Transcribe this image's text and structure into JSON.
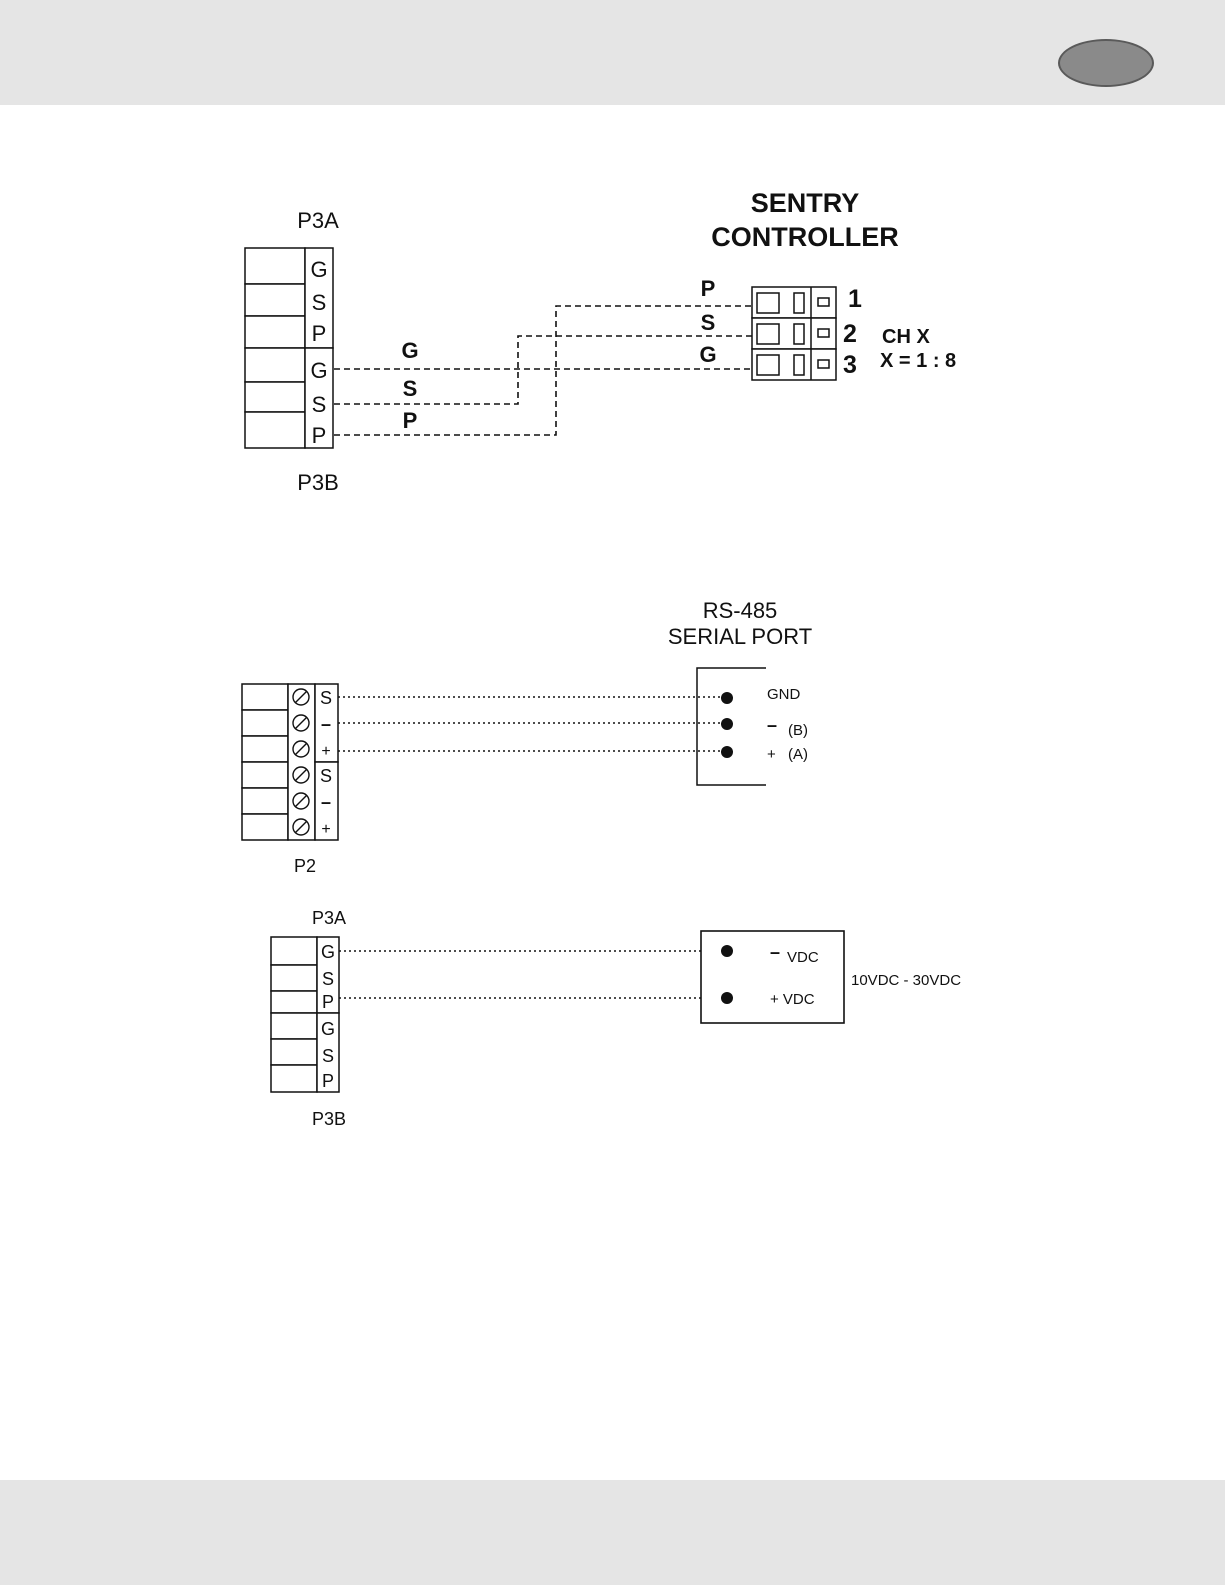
{
  "diagram1": {
    "left_connector_top_label": "P3A",
    "left_connector_bottom_label": "P3B",
    "left_terminals": [
      "G",
      "S",
      "P",
      "G",
      "S",
      "P"
    ],
    "wire_labels": [
      "G",
      "S",
      "P"
    ],
    "controller_title_line1": "SENTRY",
    "controller_title_line2": "CONTROLLER",
    "controller_wire_labels": [
      "P",
      "S",
      "G"
    ],
    "controller_pin_numbers": [
      "1",
      "2",
      "3"
    ],
    "channel_label": "CH X",
    "channel_range": "X = 1 : 8"
  },
  "diagram2": {
    "connector_label": "P2",
    "terminals": [
      "S",
      "–",
      "+",
      "S",
      "–",
      "+"
    ],
    "port_title_line1": "RS-485",
    "port_title_line2": "SERIAL PORT",
    "port_pins": [
      "GND",
      "(B)",
      "(A)"
    ],
    "port_pin_signs": [
      "–",
      "+"
    ]
  },
  "diagram3": {
    "top_label": "P3A",
    "bottom_label": "P3B",
    "terminals": [
      "G",
      "S",
      "P",
      "G",
      "S",
      "P"
    ],
    "supply_minus": "VDC",
    "supply_plus": "+ VDC",
    "supply_minus_sign": "–",
    "supply_range": "10VDC - 30VDC"
  },
  "colors": {
    "band": "#e5e5e5",
    "badge": "#8a8a8a",
    "ink": "#111111"
  }
}
